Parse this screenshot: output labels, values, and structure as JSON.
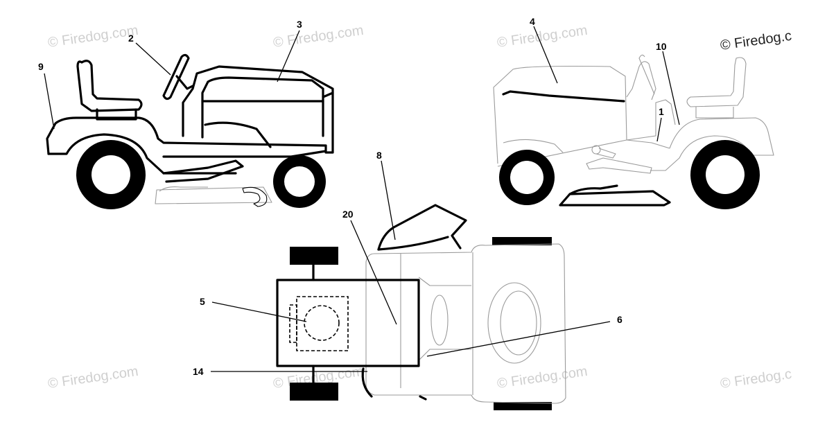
{
  "watermarks": [
    {
      "text": "© Firedog.com"
    },
    {
      "text": "© Firedog.com"
    },
    {
      "text": "© Firedog.com"
    },
    {
      "text": "© Firedog.c"
    },
    {
      "text": "© Firedog.com"
    },
    {
      "text": "© Firedog.com"
    },
    {
      "text": "© Firedog.com"
    },
    {
      "text": "© Firedog.c"
    }
  ],
  "callouts": {
    "c1": "1",
    "c2": "2",
    "c3": "3",
    "c4": "4",
    "c5": "5",
    "c6": "6",
    "c8": "8",
    "c9": "9",
    "c10": "10",
    "c14": "14",
    "c20": "20"
  }
}
